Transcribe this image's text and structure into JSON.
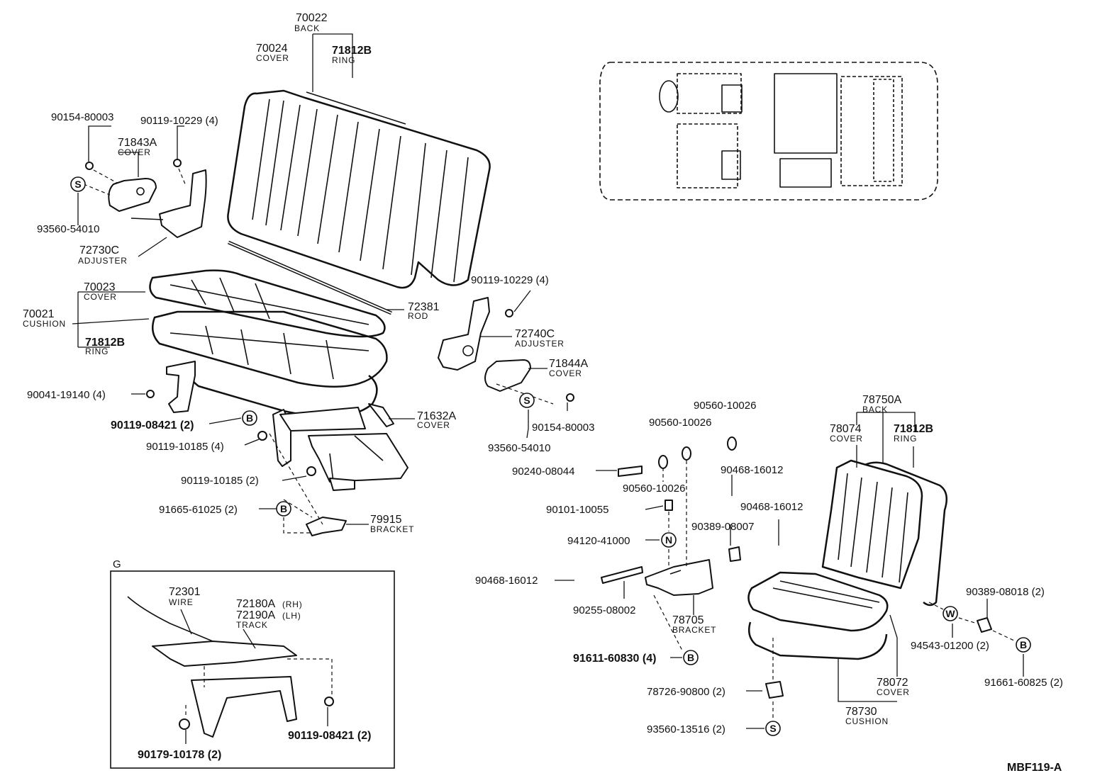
{
  "title": "7...  ... 15/3",
  "diagram_code": "MBF119-A",
  "inset_label": "G",
  "labels": {
    "back_70022": {
      "num": "70022",
      "name": "BACK"
    },
    "cover_70024": {
      "num": "70024",
      "name": "COVER"
    },
    "ring_71812b_top": {
      "num": "71812B",
      "name": "RING"
    },
    "bolt_90154_left": {
      "num": "90154-80003"
    },
    "bolt_90119_10229_left": {
      "num": "90119-10229 (4)"
    },
    "cover_71843a": {
      "num": "71843A",
      "name": "COVER"
    },
    "screw_93560_left": {
      "num": "93560-54010"
    },
    "adjuster_72730c": {
      "num": "72730C",
      "name": "ADJUSTER"
    },
    "cover_70023": {
      "num": "70023",
      "name": "COVER"
    },
    "cushion_70021": {
      "num": "70021",
      "name": "CUSHION"
    },
    "ring_71812b_left": {
      "num": "71812B",
      "name": "RING"
    },
    "bolt_90041": {
      "num": "90041-19140 (4)"
    },
    "bolt_90119_08421_main": {
      "num": "90119-08421 (2)"
    },
    "bolt_90119_10185_a": {
      "num": "90119-10185 (4)"
    },
    "bolt_90119_10185_b": {
      "num": "90119-10185 (2)"
    },
    "bolt_91665": {
      "num": "91665-61025 (2)"
    },
    "bracket_79915": {
      "num": "79915",
      "name": "BRACKET"
    },
    "rod_72381": {
      "num": "72381",
      "name": "ROD"
    },
    "cover_71632a": {
      "num": "71632A",
      "name": "COVER"
    },
    "bolt_90119_10229_right": {
      "num": "90119-10229 (4)"
    },
    "adjuster_72740c": {
      "num": "72740C",
      "name": "ADJUSTER"
    },
    "cover_71844a": {
      "num": "71844A",
      "name": "COVER"
    },
    "screw_93560_right": {
      "num": "93560-54010"
    },
    "bolt_90154_right": {
      "num": "90154-80003"
    },
    "wire_72301": {
      "num": "72301",
      "name": "WIRE"
    },
    "track_72180a": {
      "num": "72180A",
      "suffix": "(RH)"
    },
    "track_72190a": {
      "num": "72190A",
      "suffix": "(LH)",
      "name": "TRACK"
    },
    "bolt_90119_08421_inset": {
      "num": "90119-08421 (2)"
    },
    "nut_90179": {
      "num": "90179-10178 (2)"
    },
    "washer_90560_a": {
      "num": "90560-10026"
    },
    "washer_90560_b": {
      "num": "90560-10026"
    },
    "washer_90560_c": {
      "num": "90560-10026"
    },
    "pin_90240": {
      "num": "90240-08044"
    },
    "clip_90468_a": {
      "num": "90468-16012"
    },
    "clip_90468_b": {
      "num": "90468-16012"
    },
    "clip_90468_c": {
      "num": "90468-16012"
    },
    "bolt_90101": {
      "num": "90101-10055"
    },
    "nut_94120": {
      "num": "94120-41000"
    },
    "bushing_90389_07": {
      "num": "90389-08007"
    },
    "pin_90255": {
      "num": "90255-08002"
    },
    "bracket_78705": {
      "num": "78705",
      "name": "BRACKET"
    },
    "bolt_91611": {
      "num": "91611-60830 (4)"
    },
    "stopper_78726": {
      "num": "78726-90800 (2)"
    },
    "screw_93560_13516": {
      "num": "93560-13516 (2)"
    },
    "back_78750a": {
      "num": "78750A",
      "name": "BACK"
    },
    "cover_78074": {
      "num": "78074",
      "name": "COVER"
    },
    "ring_71812b_right": {
      "num": "71812B",
      "name": "RING"
    },
    "bushing_90389_18": {
      "num": "90389-08018 (2)"
    },
    "washer_94543": {
      "num": "94543-01200 (2)"
    },
    "bolt_91661": {
      "num": "91661-60825 (2)"
    },
    "cover_78072": {
      "num": "78072",
      "name": "COVER"
    },
    "cushion_78730": {
      "num": "78730",
      "name": "CUSHION"
    }
  },
  "markers": {
    "S": "S",
    "B": "B",
    "N": "N",
    "W": "W"
  }
}
